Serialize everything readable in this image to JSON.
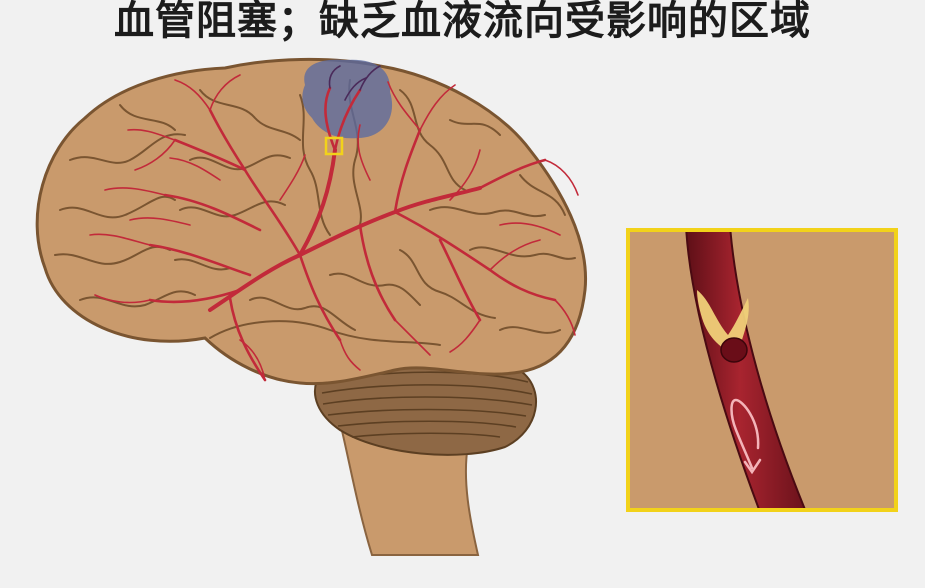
{
  "title": "血管阻塞；缺乏血液流向受影响的区域",
  "colors": {
    "background": "#f1f1f1",
    "brain": "#c99a6c",
    "brain_outline": "#7a5531",
    "artery": "#c22a3a",
    "affected_area": "#5b6aa0",
    "inset_border": "#f2d21a",
    "vessel": "#8e1f2a",
    "plaque": "#f0d079",
    "clot": "#6a0d18"
  },
  "icons": {
    "brain": "brain-illustration",
    "affected_area": "ischemic-area-overlay",
    "blockage_marker": "highlight-square",
    "inset": "blocked-artery-closeup"
  }
}
